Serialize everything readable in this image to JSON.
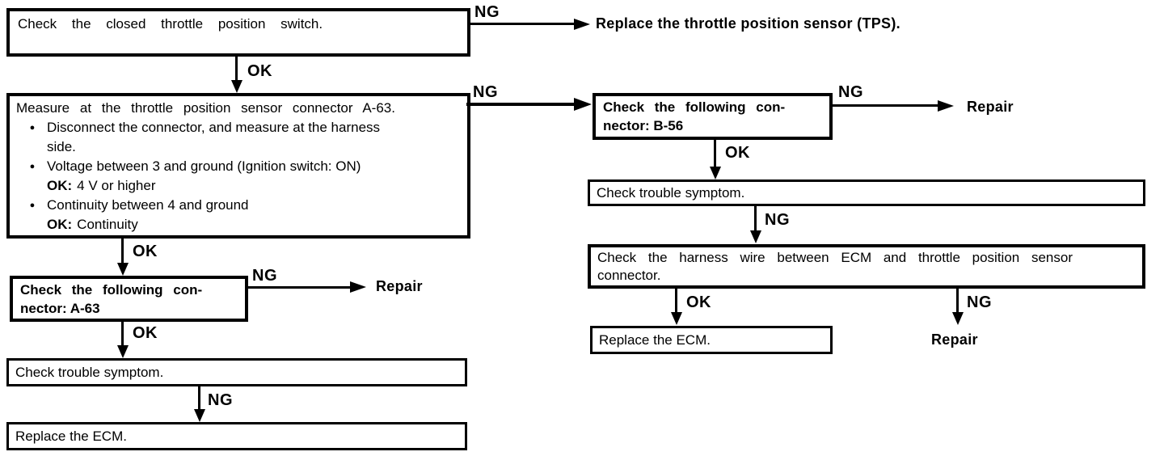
{
  "page": {
    "background": "#ffffff",
    "ink": "#000000"
  },
  "labels": {
    "ok": "OK",
    "ng": "NG",
    "repair": "Repair",
    "bullet": "●"
  },
  "nodes": {
    "check_closed_throttle": {
      "text": "Check the closed throttle position switch."
    },
    "replace_tps": {
      "text": "Replace the throttle position sensor (TPS)."
    },
    "measure_tps": {
      "title": "Measure at the throttle position sensor connector A-63.",
      "bullet1_line1": "Disconnect the connector, and measure at the harness",
      "bullet1_line2": "side.",
      "bullet2_line1": "Voltage between 3 and ground (Ignition switch: ON)",
      "bullet2_ok_label": "OK:",
      "bullet2_ok_value": "4 V or higher",
      "bullet3_line1": "Continuity between 4 and ground",
      "bullet3_ok_label": "OK:",
      "bullet3_ok_value": "Continuity"
    },
    "check_connector_a63": {
      "line1": "Check the following con-",
      "line2": "nector: A-63"
    },
    "check_connector_b56": {
      "line1": "Check the following con-",
      "line2": "nector: B-56"
    },
    "check_trouble_symptom": {
      "text": "Check trouble symptom."
    },
    "check_harness": {
      "line1": "Check the harness wire between ECM and throttle position sensor",
      "line2": "connector."
    },
    "replace_ecm": {
      "text": "Replace the ECM."
    }
  }
}
